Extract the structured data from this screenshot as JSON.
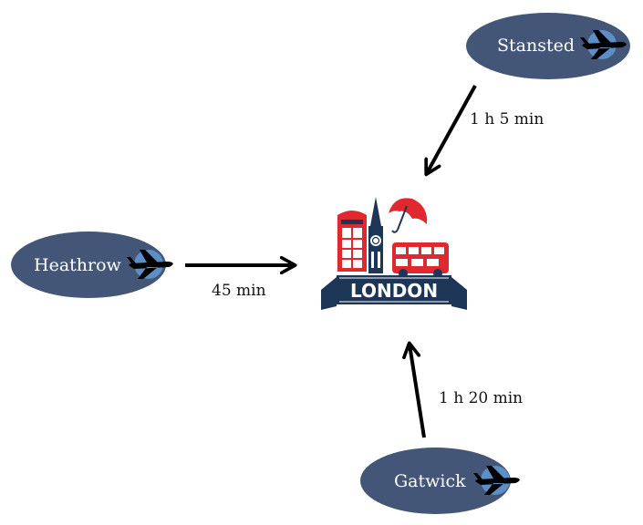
{
  "airports": {
    "stansted": {
      "label": "Stansted",
      "icon": "airplane-icon"
    },
    "heathrow": {
      "label": "Heathrow",
      "icon": "airplane-icon"
    },
    "gatwick": {
      "label": "Gatwick",
      "icon": "airplane-icon"
    }
  },
  "routes": {
    "stansted": "1 h 5 min",
    "heathrow": "45 min",
    "gatwick": "1 h 20 min"
  },
  "destination": {
    "label": "LONDON",
    "icon": "london-landmarks-icon"
  },
  "colors": {
    "airport_fill": "#445677",
    "plane_badge": "#5b8fc6",
    "arrow": "#000000",
    "banner": "#1d3557",
    "accent_red": "#e0292e"
  }
}
